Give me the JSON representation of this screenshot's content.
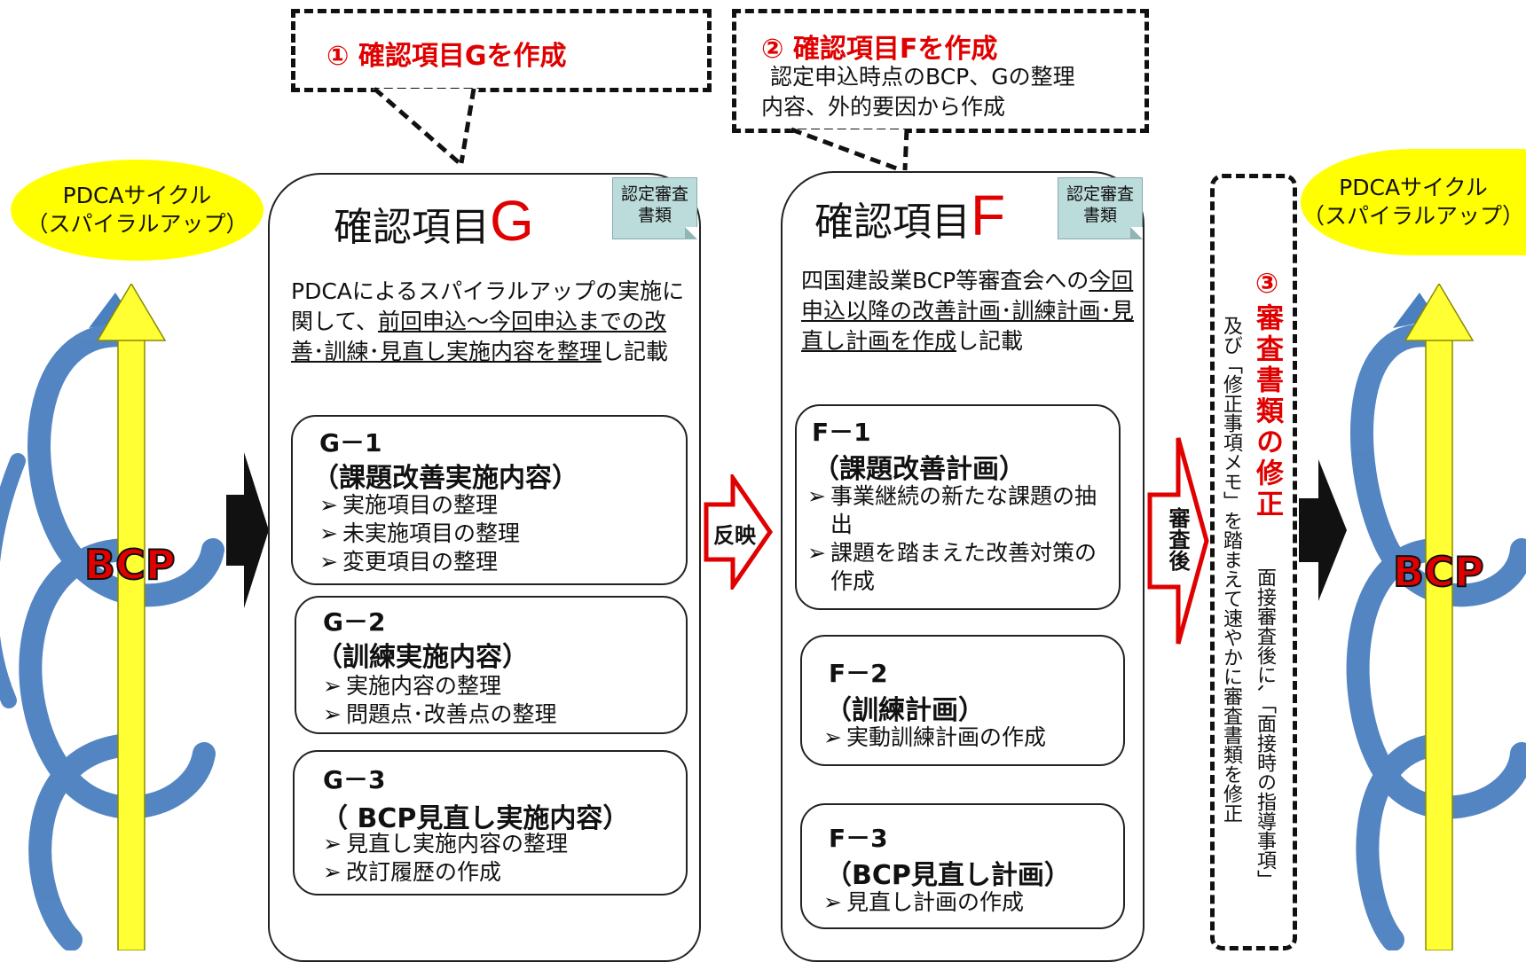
{
  "callouts": {
    "one": {
      "title": "① 確認項目Gを作成"
    },
    "two": {
      "title": "② 確認項目Fを作成",
      "line1": "認定申込時点のBCP、Gの整理",
      "line2": "内容、外的要因から作成"
    }
  },
  "left_ellipse": {
    "line1": "PDCAサイクル",
    "line2": "（スパイラルアップ）"
  },
  "right_ellipse": {
    "line1": "PDCAサイクル",
    "line2": "（スパイラルアップ）"
  },
  "spiral_label_left": "BCP",
  "spiral_label_right": "BCP",
  "panel_g": {
    "title_text": "確認項目",
    "title_letter": "G",
    "tag": "認定審査書類",
    "desc": {
      "pre": "PDCAによるスパイラルアップの実施に関して、",
      "underlined": "前回申込～今回申込までの改善･訓練･見直し実施内容を整理",
      "post": "し記載"
    },
    "items": [
      {
        "code": "G－1",
        "name": "（課題改善実施内容）",
        "bullets": [
          "実施項目の整理",
          "未実施項目の整理",
          "変更項目の整理"
        ]
      },
      {
        "code": "G－2",
        "name": "（訓練実施内容）",
        "bullets": [
          "実施内容の整理",
          "問題点･改善点の整理"
        ]
      },
      {
        "code": "G－3",
        "name": "（ BCP見直し実施内容）",
        "bullets": [
          "見直し実施内容の整理",
          "改訂履歴の作成"
        ]
      }
    ]
  },
  "panel_f": {
    "title_text": "確認項目",
    "title_letter": "F",
    "tag": "認定審査書類",
    "desc": {
      "pre": "四国建設業BCP等審査会への",
      "underlined": "今回申込以降の改善計画･訓練計画･見直し計画を作成",
      "post": "し記載"
    },
    "items": [
      {
        "code": "F－1",
        "name": "（課題改善計画）",
        "bullets": [
          "事業継続の新たな課題の抽出",
          "課題を踏まえた改善対策の作成"
        ]
      },
      {
        "code": "F－2",
        "name": "（訓練計画）",
        "bullets": [
          "実動訓練計画の作成"
        ]
      },
      {
        "code": "F－3",
        "name": "（BCP見直し計画）",
        "bullets": [
          "見直し計画の作成"
        ]
      }
    ]
  },
  "arrow_reflect": "反映",
  "arrow_after_review": "審査後",
  "step3": {
    "title": "③審査書類の修正",
    "col1": "面接審査後に､「面接時の指導事項」",
    "col2": "及び「修正事項メモ」を踏まえて速やかに審査書類を修正"
  },
  "bullet_glyph": "➢",
  "colors": {
    "accent_red": "#e00000",
    "ellipse_yellow": "#ffff00",
    "tag_teal": "#bcdcdc",
    "spiral_blue": "#4a7fc0",
    "arrow_yellow": "#ffff33"
  }
}
